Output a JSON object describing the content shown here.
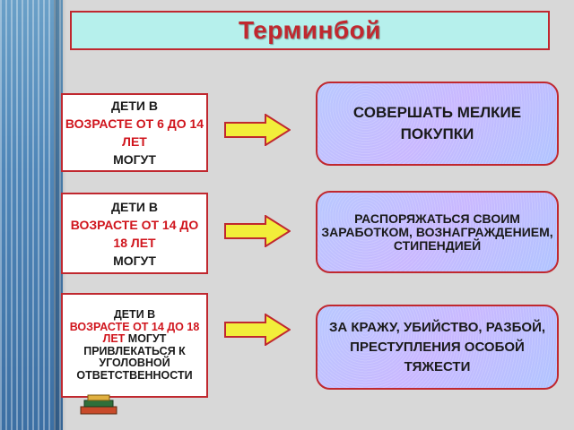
{
  "slide": {
    "title": "Терминбой"
  },
  "rows": [
    {
      "left_pre": "ДЕТИ В",
      "left_red": "ВОЗРАСТЕ  ОТ 6 ДО 14 ЛЕТ",
      "left_post": "МОГУТ",
      "right": "СОВЕРШАТЬ МЕЛКИЕ ПОКУПКИ"
    },
    {
      "left_pre": "ДЕТИ В",
      "left_red": "ВОЗРАСТЕ  ОТ 14 ДО 18 ЛЕТ",
      "left_post": "МОГУТ",
      "right": "РАСПОРЯЖАТЬСЯ СВОИМ ЗАРАБОТКОМ, ВОЗНАГРАЖДЕНИЕМ, СТИПЕНДИЕЙ"
    },
    {
      "left_pre": "ДЕТИ В",
      "left_red": "ВОЗРАСТЕ  ОТ 14 ДО 18 ЛЕТ",
      "left_post": "МОГУТ ПРИВЛЕКАТЬСЯ К УГОЛОВНОЙ ОТВЕТСТВЕННОСТИ",
      "right": "ЗА КРАЖУ, УБИЙСТВО, РАЗБОЙ, ПРЕСТУПЛЕНИЯ ОСОБОЙ ТЯЖЕСТИ"
    }
  ],
  "colors": {
    "accent_red": "#c0282f",
    "title_bg": "#b6f0ec",
    "arrow_fill": "#f2ee3a",
    "right_box_bg": "#bcc4ff"
  },
  "icons": [
    "arrow-right-icon",
    "books-icon"
  ]
}
